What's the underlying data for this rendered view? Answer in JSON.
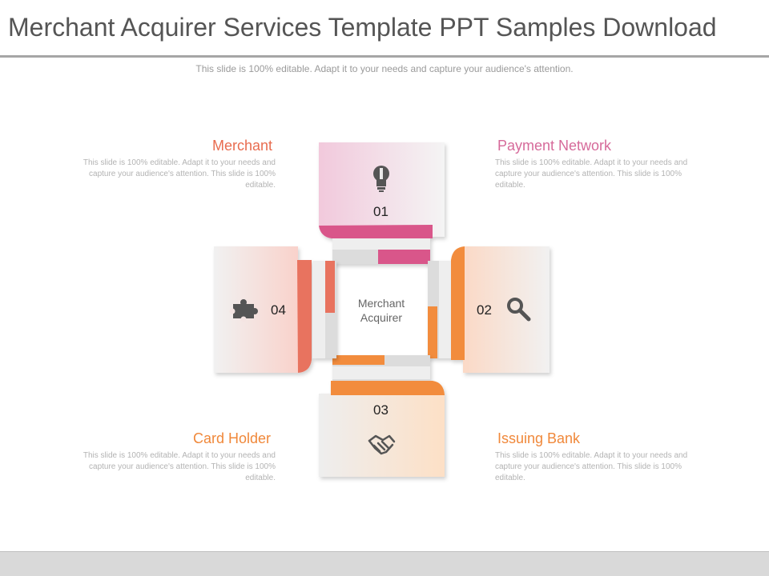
{
  "title": "Merchant Acquirer Services Template PPT Samples Download",
  "subtitle": "This slide is 100% editable. Adapt it to your needs and capture your audience's attention.",
  "center": {
    "line1": "Merchant",
    "line2": "Acquirer"
  },
  "steps": [
    {
      "number": "01",
      "heading": "Merchant",
      "color": "#e86c4f",
      "icon": "lightbulb-icon",
      "body": "This slide is 100% editable. Adapt it to your needs and capture your audience's attention. This slide is 100% editable."
    },
    {
      "number": "02",
      "heading": "Payment Network",
      "color": "#d66a9a",
      "icon": "search-icon",
      "body": "This slide is 100% editable. Adapt it to your needs and capture your audience's attention. This slide is 100% editable."
    },
    {
      "number": "03",
      "heading": "Issuing Bank",
      "color": "#f0883a",
      "icon": "handshake-icon",
      "body": "This slide is 100% editable. Adapt it to your needs and capture your audience's attention. This slide is 100% editable."
    },
    {
      "number": "04",
      "heading": "Card Holder",
      "color": "#f0883a",
      "icon": "puzzle-icon",
      "body": "This slide is 100% editable. Adapt it to your needs and capture your audience's attention. This slide is 100% editable."
    }
  ],
  "colors": {
    "pink": "#d9578a",
    "orange": "#f28c3c",
    "salmon": "#e8735f",
    "grey": "#d9d9d9"
  }
}
